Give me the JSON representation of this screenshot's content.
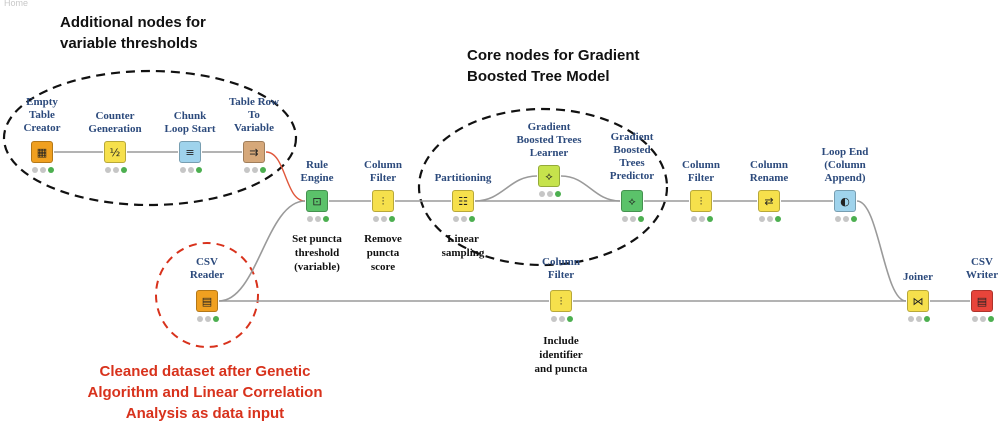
{
  "corner_text": "Home",
  "annotations": {
    "variable_group": "Additional nodes for\nvariable thresholds",
    "core_group": "Core nodes for Gradient\nBoosted Tree Model",
    "input_note": "Cleaned dataset after Genetic\nAlgorithm and Linear Correlation\nAnalysis as data input"
  },
  "nodes": [
    {
      "id": "empty-table-creator",
      "label": "Empty\nTable\nCreator",
      "desc": "",
      "color": "#f0a020",
      "icon": "table-icon",
      "glyph": "▦"
    },
    {
      "id": "counter-generation",
      "label": "Counter\nGeneration",
      "desc": "",
      "color": "#f6e04c",
      "icon": "counter-icon",
      "glyph": "½"
    },
    {
      "id": "chunk-loop-start",
      "label": "Chunk\nLoop Start",
      "desc": "",
      "color": "#9fd3ec",
      "icon": "loop-icon",
      "glyph": "≡"
    },
    {
      "id": "table-row-to-variable",
      "label": "Table Row\nTo\nVariable",
      "desc": "",
      "color": "#d6a87a",
      "icon": "flow-variable-icon",
      "glyph": "⇉"
    },
    {
      "id": "rule-engine",
      "label": "Rule\nEngine",
      "desc": "Set puncta\nthreshold\n(variable)",
      "color": "#5bc26a",
      "icon": "rule-icon",
      "glyph": "⊡"
    },
    {
      "id": "column-filter-1",
      "label": "Column\nFilter",
      "desc": "Remove\npuncta\nscore",
      "color": "#f6e04c",
      "icon": "filter-icon",
      "glyph": "⫶"
    },
    {
      "id": "partitioning",
      "label": "Partitioning",
      "desc": "Linear\nsampling",
      "color": "#f6e04c",
      "icon": "partition-icon",
      "glyph": "☷"
    },
    {
      "id": "gbt-learner",
      "label": "Gradient\nBoosted Trees\nLearner",
      "desc": "",
      "color": "#c6e34c",
      "icon": "learner-icon",
      "glyph": "⟡"
    },
    {
      "id": "gbt-predictor",
      "label": "Gradient\nBoosted\nTrees\nPredictor",
      "desc": "",
      "color": "#5bc26a",
      "icon": "predictor-icon",
      "glyph": "⟡"
    },
    {
      "id": "column-filter-2",
      "label": "Column\nFilter",
      "desc": "",
      "color": "#f6e04c",
      "icon": "filter-icon",
      "glyph": "⫶"
    },
    {
      "id": "column-rename",
      "label": "Column\nRename",
      "desc": "",
      "color": "#f6e04c",
      "icon": "rename-icon",
      "glyph": "⇄"
    },
    {
      "id": "loop-end",
      "label": "Loop End\n(Column\nAppend)",
      "desc": "",
      "color": "#9fd3ec",
      "icon": "loop-end-icon",
      "glyph": "◐"
    },
    {
      "id": "csv-reader",
      "label": "CSV\nReader",
      "desc": "",
      "color": "#f0a020",
      "icon": "csv-reader-icon",
      "glyph": "▤"
    },
    {
      "id": "column-filter-3",
      "label": "Column\nFilter",
      "desc": "Include\nidentifier\nand puncta",
      "color": "#f6e04c",
      "icon": "filter-icon",
      "glyph": "⫶"
    },
    {
      "id": "joiner",
      "label": "Joiner",
      "desc": "",
      "color": "#f6e04c",
      "icon": "joiner-icon",
      "glyph": "⋈"
    },
    {
      "id": "csv-writer",
      "label": "CSV\nWriter",
      "desc": "",
      "color": "#e8443a",
      "icon": "csv-writer-icon",
      "glyph": "▤"
    }
  ],
  "connections": [
    [
      "empty-table-creator",
      "counter-generation"
    ],
    [
      "counter-generation",
      "chunk-loop-start"
    ],
    [
      "chunk-loop-start",
      "table-row-to-variable"
    ],
    [
      "table-row-to-variable",
      "rule-engine"
    ],
    [
      "csv-reader",
      "rule-engine"
    ],
    [
      "rule-engine",
      "column-filter-1"
    ],
    [
      "column-filter-1",
      "partitioning"
    ],
    [
      "partitioning",
      "gbt-learner"
    ],
    [
      "partitioning",
      "gbt-predictor"
    ],
    [
      "gbt-learner",
      "gbt-predictor"
    ],
    [
      "gbt-predictor",
      "column-filter-2"
    ],
    [
      "column-filter-2",
      "column-rename"
    ],
    [
      "column-rename",
      "loop-end"
    ],
    [
      "loop-end",
      "joiner"
    ],
    [
      "csv-reader",
      "column-filter-3"
    ],
    [
      "column-filter-3",
      "joiner"
    ],
    [
      "joiner",
      "csv-writer"
    ]
  ]
}
